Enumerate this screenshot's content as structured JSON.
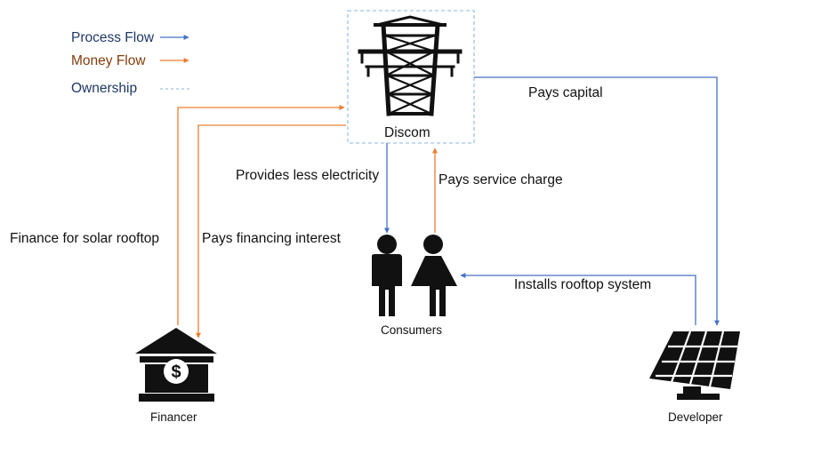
{
  "legend": {
    "process_flow": "Process Flow",
    "money_flow": "Money Flow",
    "ownership": "Ownership"
  },
  "nodes": {
    "discom": "Discom",
    "consumers": "Consumers",
    "financer": "Financer",
    "developer": "Developer"
  },
  "flows": {
    "pays_capital": "Pays capital",
    "provides_less_electricity": "Provides less electricity",
    "pays_service_charge": "Pays service charge",
    "finance_for_solar_rooftop": "Finance for solar rooftop",
    "pays_financing_interest": "Pays financing interest",
    "installs_rooftop_system": "Installs rooftop system"
  },
  "icons": {
    "discom": "transmission-tower-icon",
    "consumers": "people-icon",
    "financer": "bank-dollar-icon",
    "developer": "solar-panel-icon"
  },
  "colors": {
    "process": "#4472C4",
    "money": "#ED7D31",
    "ownership": "#9DC3E6",
    "icon": "#111111"
  }
}
